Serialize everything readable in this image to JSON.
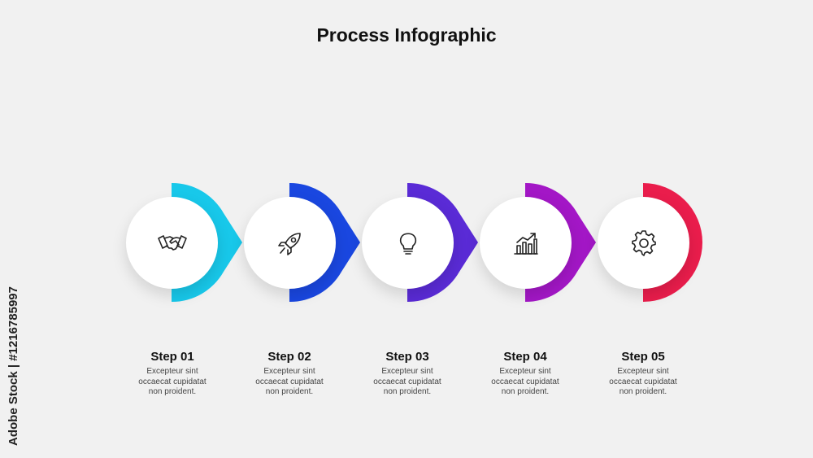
{
  "title": "Process Infographic",
  "colors": [
    "#18c8ea",
    "#1a47e0",
    "#5a2bd6",
    "#a317c6",
    "#ea1d4c"
  ],
  "steps": [
    {
      "label": "Step 01",
      "desc": [
        "Excepteur sint",
        "occaecat cupidatat",
        "non proident."
      ],
      "icon": "handshake-icon"
    },
    {
      "label": "Step 02",
      "desc": [
        "Excepteur sint",
        "occaecat cupidatat",
        "non proident."
      ],
      "icon": "rocket-icon"
    },
    {
      "label": "Step 03",
      "desc": [
        "Excepteur sint",
        "occaecat cupidatat",
        "non proident."
      ],
      "icon": "lightbulb-icon"
    },
    {
      "label": "Step 04",
      "desc": [
        "Excepteur sint",
        "occaecat cupidatat",
        "non proident."
      ],
      "icon": "growth-chart-icon"
    },
    {
      "label": "Step 05",
      "desc": [
        "Excepteur sint",
        "occaecat cupidatat",
        "non proident."
      ],
      "icon": "gear-icon"
    }
  ],
  "watermark": "Adobe Stock | #1216785997"
}
